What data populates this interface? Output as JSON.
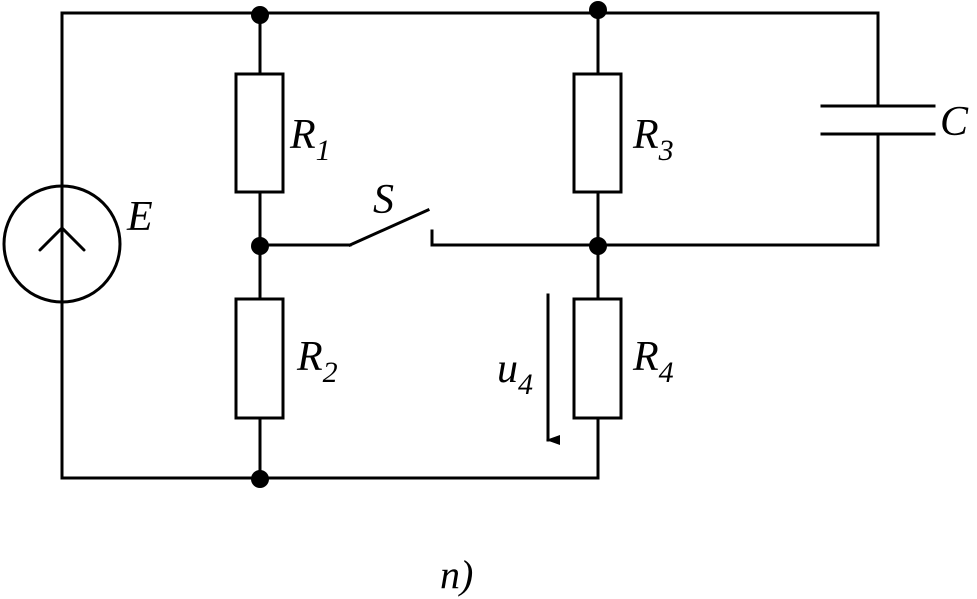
{
  "diagram": {
    "caption": "n)",
    "source": {
      "symbol": "E"
    },
    "switch": {
      "symbol": "S"
    },
    "capacitor": {
      "symbol": "C"
    },
    "resistors": [
      {
        "letter": "R",
        "index": "1"
      },
      {
        "letter": "R",
        "index": "2"
      },
      {
        "letter": "R",
        "index": "3"
      },
      {
        "letter": "R",
        "index": "4"
      }
    ],
    "voltage": {
      "letter": "u",
      "index": "4"
    }
  }
}
